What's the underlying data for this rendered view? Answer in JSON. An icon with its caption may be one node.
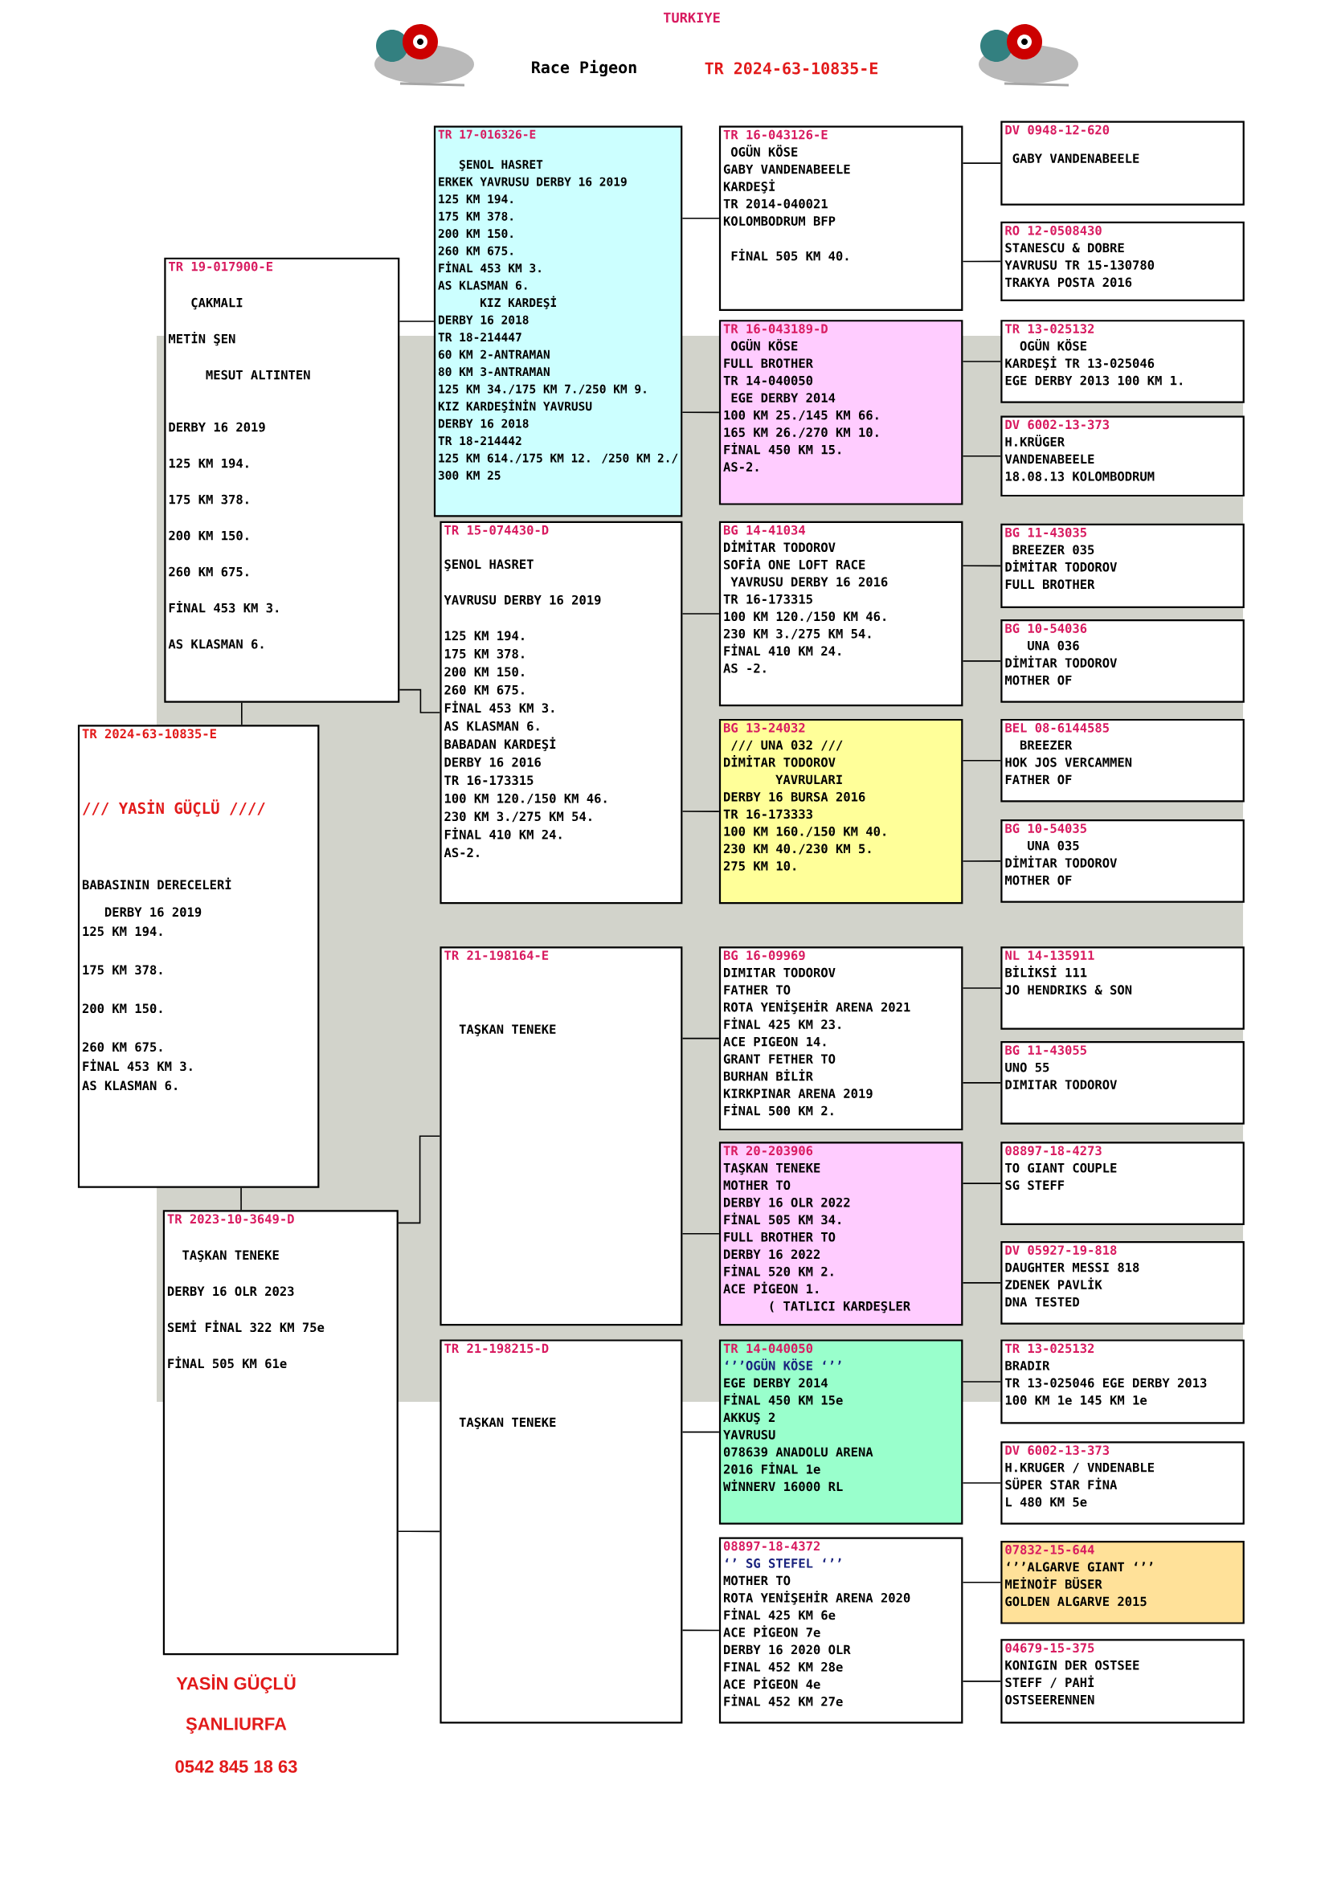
{
  "diagram": {
    "nodes": [
      {
        "text": [
          "TR 2024-63-10835-E",
          "/// YASİN GÜÇLÜ ////",
          "BABASININ DERECELERİ",
          "DERBY 16 2019",
          "125 KM 194.",
          "175 KM 378.",
          "200 KM 150.",
          "260 KM 675.",
          "FİNAL 453 KM 3.",
          "AS KLASMAN 6."
        ]
      },
      {
        "text": [
          "TR 19-017900-E",
          "ÇAKMALI",
          "METİN ŞEN",
          "MESUT ALTINTEN",
          "DERBY 16 2019",
          "125 KM 194.",
          "175 KM 378.",
          "200 KM 150.",
          "260 KM 675.",
          "FİNAL 453 KM 3.",
          "AS KLASMAN 6."
        ]
      },
      {
        "text": [
          "TR 2023-10-3649-D",
          "TAŞKAN TENEKE",
          "DERBY 16 OLR 2023",
          "SEMİ FİNAL 322 KM 75e",
          "FİNAL 505 KM 61e"
        ]
      },
      {
        "text": [
          "TR 17-016326-E",
          "ŞENOL HASRET",
          "ERKEK YAVRUSU DERBY 16 2019",
          "125 KM 194.",
          "175 KM 378.",
          "200 KM 150.",
          "260 KM 675.",
          "FİNAL 453 KM 3.",
          "AS KLASMAN 6.",
          "KIZ KARDEŞİ",
          "DERBY 16 2018",
          "TR 18-214447",
          "60 KM 2-ANTRAMAN",
          "80 KM 3-ANTRAMAN",
          "125 KM 34./175 KM 7./250 KM 9.",
          "KIZ KARDEŞİNİN YAVRUSU",
          "DERBY 16 2018",
          "TR 18-214442",
          "125 KM 614./175 KM 12. /250 KM 2./ 300 KM 25"
        ]
      },
      {
        "text": [
          "TR 15-074430-D",
          "ŞENOL HASRET",
          "YAVRUSU DERBY 16 2019",
          "125 KM 194.",
          "175 KM 378.",
          "200 KM 150.",
          "260 KM 675.",
          "FİNAL 453 KM 3.",
          "AS KLASMAN 6.",
          "BABADAN KARDEŞİ",
          "DERBY 16 2016",
          "TR 16-173315",
          "100 KM 120./150 KM 46.",
          "230 KM 3./275 KM 54.",
          "FİNAL 410 KM 24.",
          "AS-2."
        ]
      },
      {
        "text": [
          "TR 21-198164-E",
          "TAŞKAN TENEKE"
        ]
      },
      {
        "text": [
          "TR 21-198215-D",
          "TAŞKAN TENEKE"
        ]
      },
      {
        "text": [
          "TR 16-043126-E",
          "OGÜN KÖSE",
          "GABY VANDENABEELE",
          "KARDEŞİ",
          "TR 2014-040021",
          "KOLOMBODRUM BFP",
          "FİNAL 505 KM 40."
        ]
      },
      {
        "text": [
          "TR 16-043189-D",
          "OGÜN KÖSE",
          "FULL BROTHER",
          "TR 14-040050",
          "EGE DERBY 2014",
          "100 KM 25./145 KM 66.",
          "165 KM 26./270 KM 10.",
          "FİNAL 450 KM 15.",
          "AS-2."
        ]
      },
      {
        "text": [
          "BG 14-41034",
          "DİMİTAR TODOROV",
          "SOFİA ONE LOFT RACE",
          "YAVRUSU DERBY 16 2016",
          "TR 16-173315",
          "100 KM 120./150 KM 46.",
          "230 KM 3./275 KM 54.",
          "FİNAL 410 KM 24.",
          "AS -2."
        ]
      },
      {
        "text": [
          "BG 13-24032",
          "/// UNA 032 ///",
          "DİMİTAR TODOROV",
          "YAVRULARI",
          "DERBY 16 BURSA 2016",
          "TR 16-173333",
          "100 KM 160./150 KM 40.",
          "230 KM 40./230 KM 5.",
          "275 KM 10."
        ]
      },
      {
        "text": [
          "BG 16-09969",
          "DIMITAR TODOROV",
          "FATHER TO",
          "ROTA YENİŞEHİR ARENA 2021",
          "FİNAL 425 KM 23.",
          "ACE PIGEON 14.",
          "GRANT FETHER TO",
          "BURHAN BİLİR",
          "KIRKPINAR ARENA 2019",
          "FİNAL 500 KM 2."
        ]
      },
      {
        "text": [
          "TR 20-203906",
          "TAŞKAN TENEKE",
          "MOTHER TO",
          "DERBY 16 OLR 2022",
          "FİNAL 505 KM 34.",
          "FULL BROTHER TO",
          "DERBY 16 2022",
          "FİNAL 520 KM 2.",
          "ACE PİGEON 1.",
          "( TATLICI KARDEŞLER"
        ]
      },
      {
        "text": [
          "TR 14-040050",
          "‘’’OGÜN KÖSE ‘’’",
          "EGE DERBY 2014",
          "FİNAL 450 KM 15e",
          "AKKUŞ 2",
          "YAVRUSU",
          "078639 ANADOLU ARENA",
          "2016 FİNAL 1e",
          "WİNNERV 16000 RL"
        ]
      },
      {
        "text": [
          "08897-18-4372",
          "‘’ SG STEFEL ‘’’",
          "MOTHER TO",
          "ROTA YENİŞEHİR ARENA 2020",
          "FİNAL 425 KM 6e",
          "ACE PİGEON 7e",
          "DERBY 16 2020 OLR",
          "FINAL 452 KM 28e",
          "ACE PİGEON 4e",
          "FİNAL 452 KM 27e"
        ]
      },
      {
        "text": [
          "DV 0948-12-620",
          "GABY VANDENABEELE"
        ]
      },
      {
        "text": [
          "RO 12-0508430",
          "STANESCU & DOBRE",
          "YAVRUSU TR 15-130780",
          "TRAKYA POSTA 2016"
        ]
      },
      {
        "text": [
          "TR 13-025132",
          "OGÜN KÖSE",
          "KARDEŞİ TR 13-025046",
          "EGE DERBY 2013 100 KM 1."
        ]
      },
      {
        "text": [
          "DV 6002-13-373",
          "H.KRÜGER",
          "VANDENABEELE",
          "18.08.13 KOLOMBODRUM"
        ]
      },
      {
        "text": [
          "BG 11-43035",
          "BREEZER 035",
          "DİMİTAR TODOROV",
          "FULL BROTHER"
        ]
      },
      {
        "text": [
          "BG 10-54036",
          "UNA 036",
          "DİMİTAR TODOROV",
          "MOTHER OF"
        ]
      },
      {
        "text": [
          "BEL 08-6144585",
          "BREEZER",
          "HOK JOS VERCAMMEN",
          "FATHER OF"
        ]
      },
      {
        "text": [
          "BG 10-54035",
          "UNA 035",
          "DİMİTAR TODOROV",
          "MOTHER OF"
        ]
      },
      {
        "text": [
          "NL 14-135911",
          "BİLİKSİ 111",
          "JO HENDRIKS & SON"
        ]
      },
      {
        "text": [
          "BG 11-43055",
          "UNO 55",
          "DIMITAR TODOROV"
        ]
      },
      {
        "text": [
          "08897-18-4273",
          "TO GIANT COUPLE",
          "SG STEFF"
        ]
      },
      {
        "text": [
          "DV 05927-19-818",
          "DAUGHTER MESSI 818",
          "ZDENEK PAVLİK",
          "DNA TESTED"
        ]
      },
      {
        "text": [
          "TR 13-025132",
          "BRADIR",
          "TR 13-025046 EGE DERBY 2013",
          "100 KM 1e 145 KM 1e"
        ]
      },
      {
        "text": [
          "DV 6002-13-373",
          "H.KRUGER / VNDENABLE",
          "SÜPER STAR FİNA",
          "L 480 KM 5e"
        ]
      },
      {
        "text": [
          "07832-15-644",
          "‘’’ALGARVE GIANT ‘’’",
          "MEİNOİF BÜSER",
          "GOLDEN ALGARVE 2015"
        ]
      },
      {
        "text": [
          "04679-15-375",
          "KONIGIN DER OSTSEE",
          "STEFF / PAHİ",
          "OSTSEERENNEN"
        ]
      }
    ],
    "edges": [
      {
        "from": 0,
        "to": 1,
        "arrow": "none"
      },
      {
        "from": 0,
        "to": 2,
        "arrow": "none"
      },
      {
        "from": 1,
        "to": 3,
        "arrow": "none"
      },
      {
        "from": 1,
        "to": 4,
        "arrow": "none"
      },
      {
        "from": 2,
        "to": 5,
        "arrow": "none"
      },
      {
        "from": 2,
        "to": 6,
        "arrow": "none"
      },
      {
        "from": 3,
        "to": 7,
        "arrow": "none"
      },
      {
        "from": 3,
        "to": 8,
        "arrow": "none"
      },
      {
        "from": 4,
        "to": 9,
        "arrow": "none"
      },
      {
        "from": 4,
        "to": 10,
        "arrow": "none"
      },
      {
        "from": 5,
        "to": 11,
        "arrow": "none"
      },
      {
        "from": 5,
        "to": 12,
        "arrow": "none"
      },
      {
        "from": 6,
        "to": 13,
        "arrow": "none"
      },
      {
        "from": 6,
        "to": 14,
        "arrow": "none"
      },
      {
        "from": 7,
        "to": 15,
        "arrow": "none"
      },
      {
        "from": 7,
        "to": 16,
        "arrow": "none"
      },
      {
        "from": 8,
        "to": 17,
        "arrow": "none"
      },
      {
        "from": 8,
        "to": 18,
        "arrow": "none"
      },
      {
        "from": 9,
        "to": 19,
        "arrow": "none"
      },
      {
        "from": 9,
        "to": 20,
        "arrow": "none"
      },
      {
        "from": 10,
        "to": 21,
        "arrow": "none"
      },
      {
        "from": 10,
        "to": 22,
        "arrow": "none"
      },
      {
        "from": 11,
        "to": 23,
        "arrow": "none"
      },
      {
        "from": 11,
        "to": 24,
        "arrow": "none"
      },
      {
        "from": 12,
        "to": 25,
        "arrow": "none"
      },
      {
        "from": 12,
        "to": 26,
        "arrow": "none"
      },
      {
        "from": 13,
        "to": 27,
        "arrow": "none"
      },
      {
        "from": 13,
        "to": 28,
        "arrow": "none"
      },
      {
        "from": 14,
        "to": 29,
        "arrow": "none"
      },
      {
        "from": 14,
        "to": 30,
        "arrow": "none"
      }
    ],
    "labels": [
      "TURKIYE",
      "Race Pigeon",
      "TR 2024-63-10835-E",
      "YASİN GÜÇLÜ",
      "ŞANLIURFA",
      "0542 845 18 63"
    ]
  }
}
